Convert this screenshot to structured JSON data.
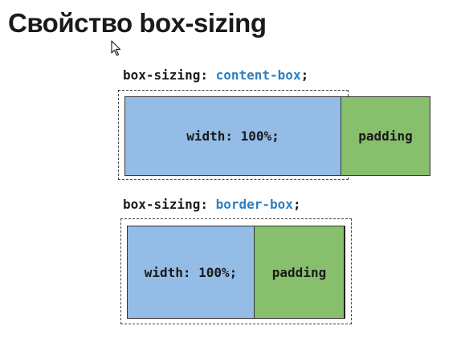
{
  "title": "Свойство box-sizing",
  "colors": {
    "content_fill": "#93bde6",
    "padding_fill": "#87bf6c",
    "value_text": "#2e7fbf"
  },
  "cursor": {
    "icon": "arrow-cursor-icon"
  },
  "examples": [
    {
      "property": "box-sizing:",
      "value": "content-box",
      "terminator": ";",
      "content_label": "width: 100%;",
      "padding_label": "padding"
    },
    {
      "property": "box-sizing:",
      "value": "border-box",
      "terminator": ";",
      "content_label": "width: 100%;",
      "padding_label": "padding"
    }
  ]
}
